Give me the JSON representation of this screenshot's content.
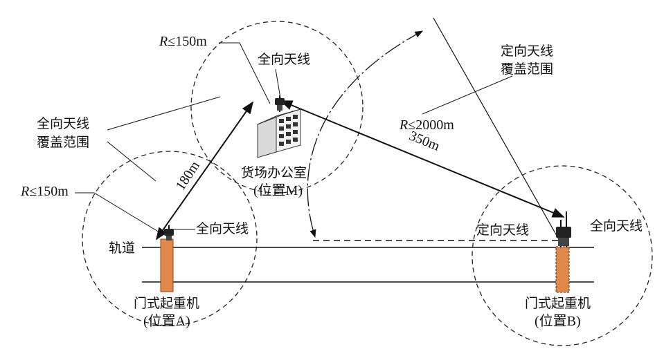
{
  "labels": {
    "r150_top": "R≤150m",
    "omni_ant_office": "全向天线",
    "directional_coverage_line1": "定向天线",
    "directional_coverage_line2": "覆盖范围",
    "omni_coverage_line1": "全向天线",
    "omni_coverage_line2": "覆盖范围",
    "r2000": "R≤2000m",
    "dist_350": "350m",
    "dist_180": "180m",
    "office_line1": "货场办公室",
    "office_line2": "(位置M)",
    "r150_left": "R≤150m",
    "omni_ant_a": "全向天线",
    "directional_ant_b": "定向天线",
    "omni_ant_b": "全向天线",
    "rail": "轨道",
    "crane_a_line1": "门式起重机",
    "crane_a_line2": "(位置A)",
    "crane_b_line1": "门式起重机",
    "crane_b_line2": "(位置B)"
  },
  "colors": {
    "line": "#111111",
    "crane_fill": "#e0894a",
    "building_fill": "#f1f1f1"
  },
  "icons": {
    "antenna": "antenna-icon",
    "building": "office-building-icon"
  }
}
